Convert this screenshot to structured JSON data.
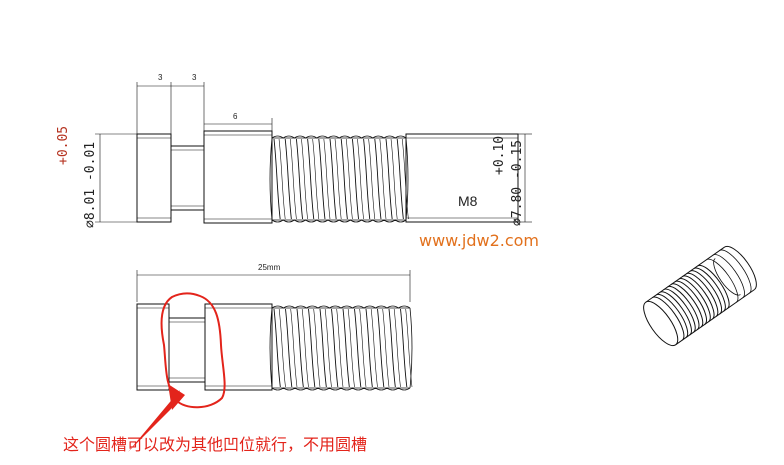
{
  "colors": {
    "watermark": "#e2711d",
    "annotation": "#e3241b",
    "tolerance_plus": "#b5321f",
    "line": "#111111"
  },
  "dimensions": {
    "groove_width_1": "3",
    "groove_width_2": "3",
    "shoulder_length": "6",
    "total_length": "25mm",
    "left_diameter": "∅8.01 -0.01",
    "left_tolerance_plus": "+0.05",
    "right_diameter": "∅7.80 -0.15",
    "right_tolerance_plus": "+0.10",
    "thread_label": "M8"
  },
  "watermark": "www.jdw2.com",
  "annotation": {
    "note": "这个圆槽可以改为其他凹位就行，不用圆槽"
  }
}
